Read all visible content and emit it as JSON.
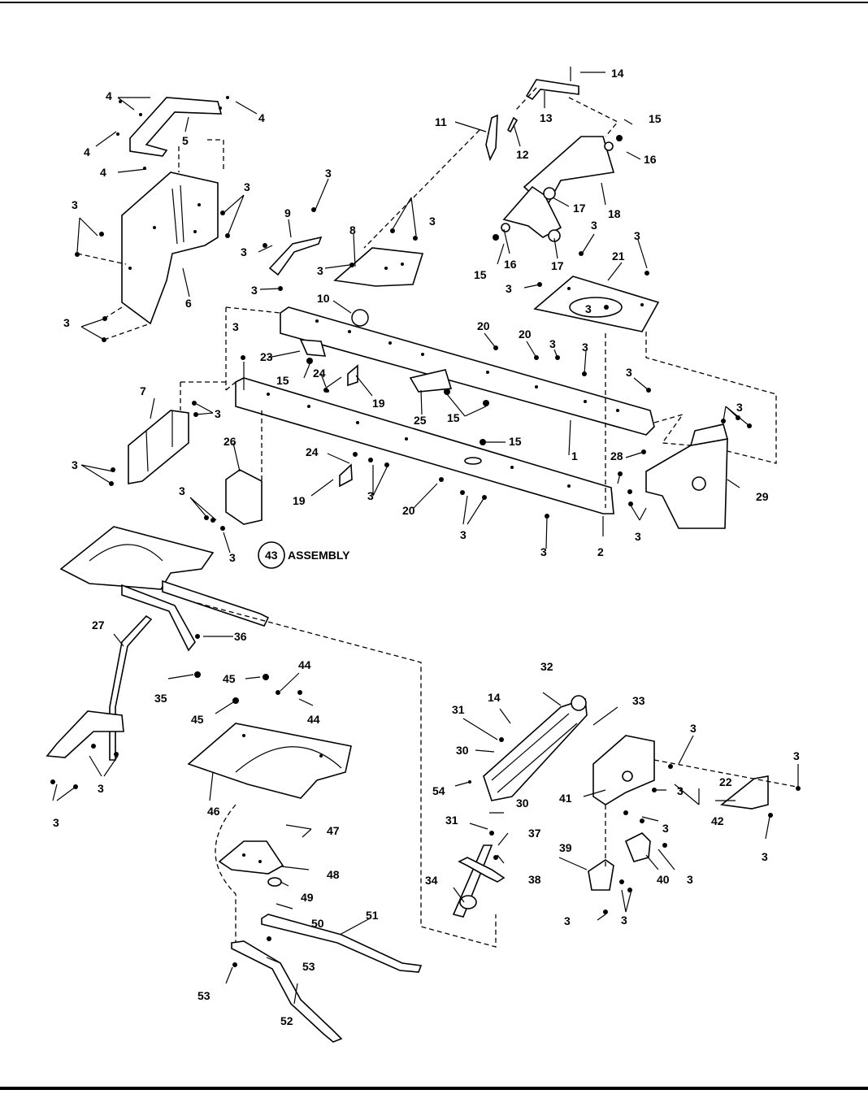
{
  "diagram": {
    "callouts": {
      "c1": "1",
      "c2": "2",
      "c3": "3",
      "c4": "4",
      "c5": "5",
      "c6": "6",
      "c7": "7",
      "c8": "8",
      "c9": "9",
      "c10": "10",
      "c11": "11",
      "c12": "12",
      "c13": "13",
      "c14": "14",
      "c15": "15",
      "c16": "16",
      "c17": "17",
      "c18": "18",
      "c19": "19",
      "c20": "20",
      "c21": "21",
      "c22": "22",
      "c23": "23",
      "c24": "24",
      "c25": "25",
      "c26": "26",
      "c27": "27",
      "c28": "28",
      "c29": "29",
      "c30": "30",
      "c31": "31",
      "c32": "32",
      "c33": "33",
      "c34": "34",
      "c35": "35",
      "c36": "36",
      "c37": "37",
      "c38": "38",
      "c39": "39",
      "c40": "40",
      "c41": "41",
      "c42": "42",
      "c43": "43",
      "c44": "44",
      "c45": "45",
      "c46": "46",
      "c47": "47",
      "c48": "48",
      "c49": "49",
      "c50": "50",
      "c51": "51",
      "c52": "52",
      "c53": "53",
      "c54": "54"
    },
    "assembly_label": "ASSEMBLY"
  }
}
